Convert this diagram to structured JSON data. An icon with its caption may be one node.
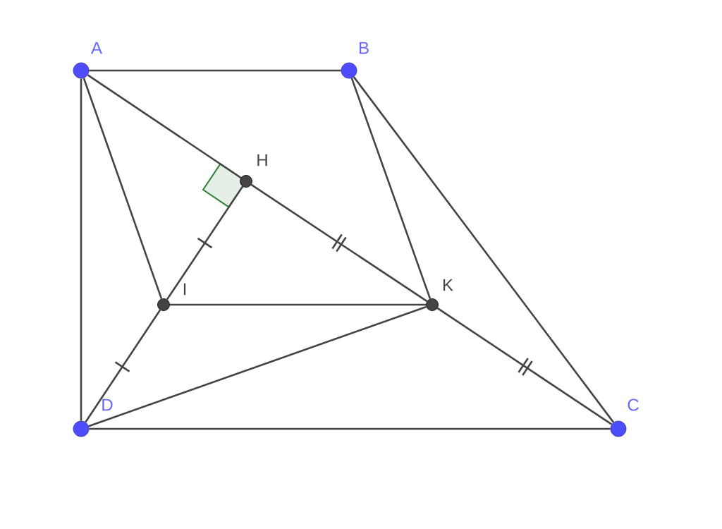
{
  "diagram": {
    "nodes": [
      {
        "text": [
          "A"
        ]
      },
      {
        "text": [
          "B"
        ]
      },
      {
        "text": [
          "H"
        ]
      },
      {
        "text": [
          "I"
        ]
      },
      {
        "text": [
          "K"
        ]
      },
      {
        "text": [
          "D"
        ]
      },
      {
        "text": [
          "C"
        ]
      }
    ],
    "edges": [
      {
        "from": 0,
        "to": 1,
        "arrow": "none"
      },
      {
        "from": 0,
        "to": 5,
        "arrow": "none"
      },
      {
        "from": 0,
        "to": 3,
        "arrow": "none"
      },
      {
        "from": 0,
        "to": 2,
        "arrow": "none"
      },
      {
        "from": 2,
        "to": 4,
        "arrow": "none"
      },
      {
        "from": 4,
        "to": 6,
        "arrow": "none"
      },
      {
        "from": 1,
        "to": 4,
        "arrow": "none"
      },
      {
        "from": 1,
        "to": 6,
        "arrow": "none"
      },
      {
        "from": 2,
        "to": 3,
        "arrow": "none"
      },
      {
        "from": 3,
        "to": 5,
        "arrow": "none"
      },
      {
        "from": 3,
        "to": 4,
        "arrow": "none"
      },
      {
        "from": 5,
        "to": 4,
        "arrow": "none"
      },
      {
        "from": 5,
        "to": 6,
        "arrow": "none"
      }
    ]
  }
}
